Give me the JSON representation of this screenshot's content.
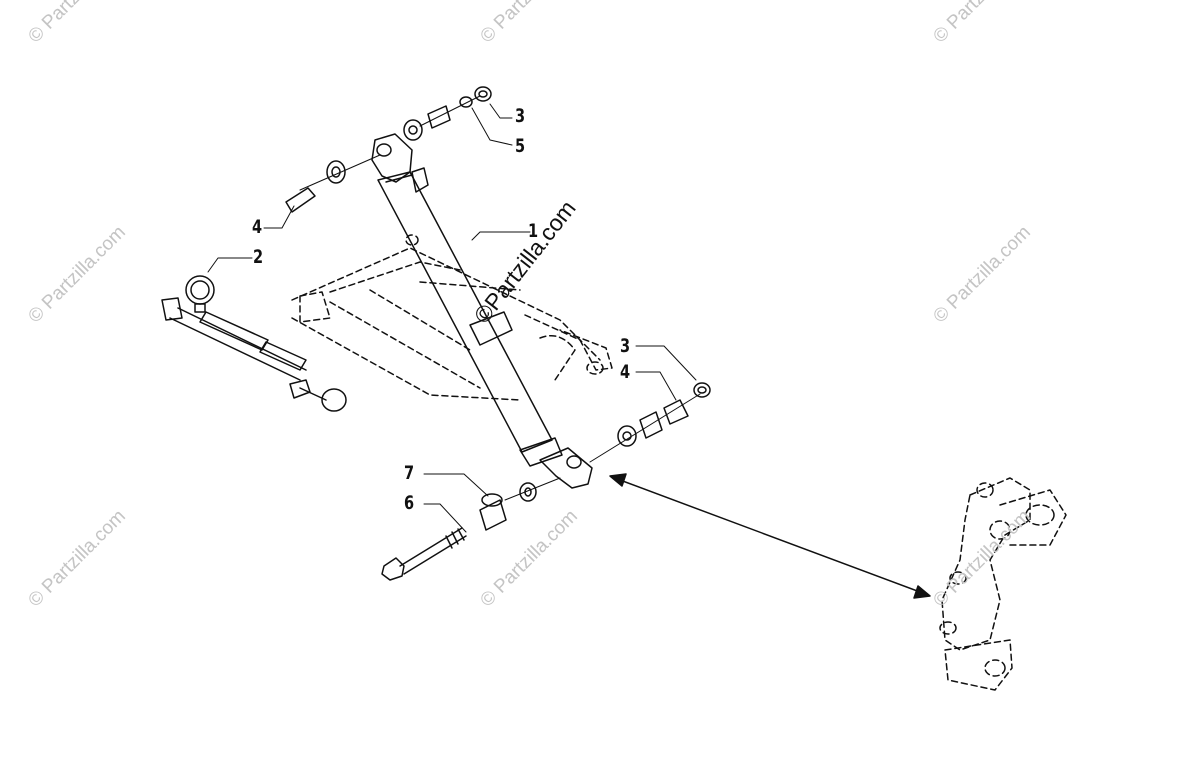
{
  "watermark": {
    "text": "© Partzilla.com",
    "center_text": "©Partzilla.com"
  },
  "callouts": [
    {
      "label": "1",
      "part": "shock-absorber"
    },
    {
      "label": "2",
      "part": "shock-pump"
    },
    {
      "label": "3",
      "part": "nut"
    },
    {
      "label": "5",
      "part": "washer"
    },
    {
      "label": "4",
      "part": "bushing"
    },
    {
      "label": "3",
      "part": "nut"
    },
    {
      "label": "4",
      "part": "bushing"
    },
    {
      "label": "7",
      "part": "flanged-bushing"
    },
    {
      "label": "6",
      "part": "bolt"
    }
  ],
  "colors": {
    "line": "#111111",
    "watermark": "#c4c4c4",
    "background": "#ffffff"
  }
}
